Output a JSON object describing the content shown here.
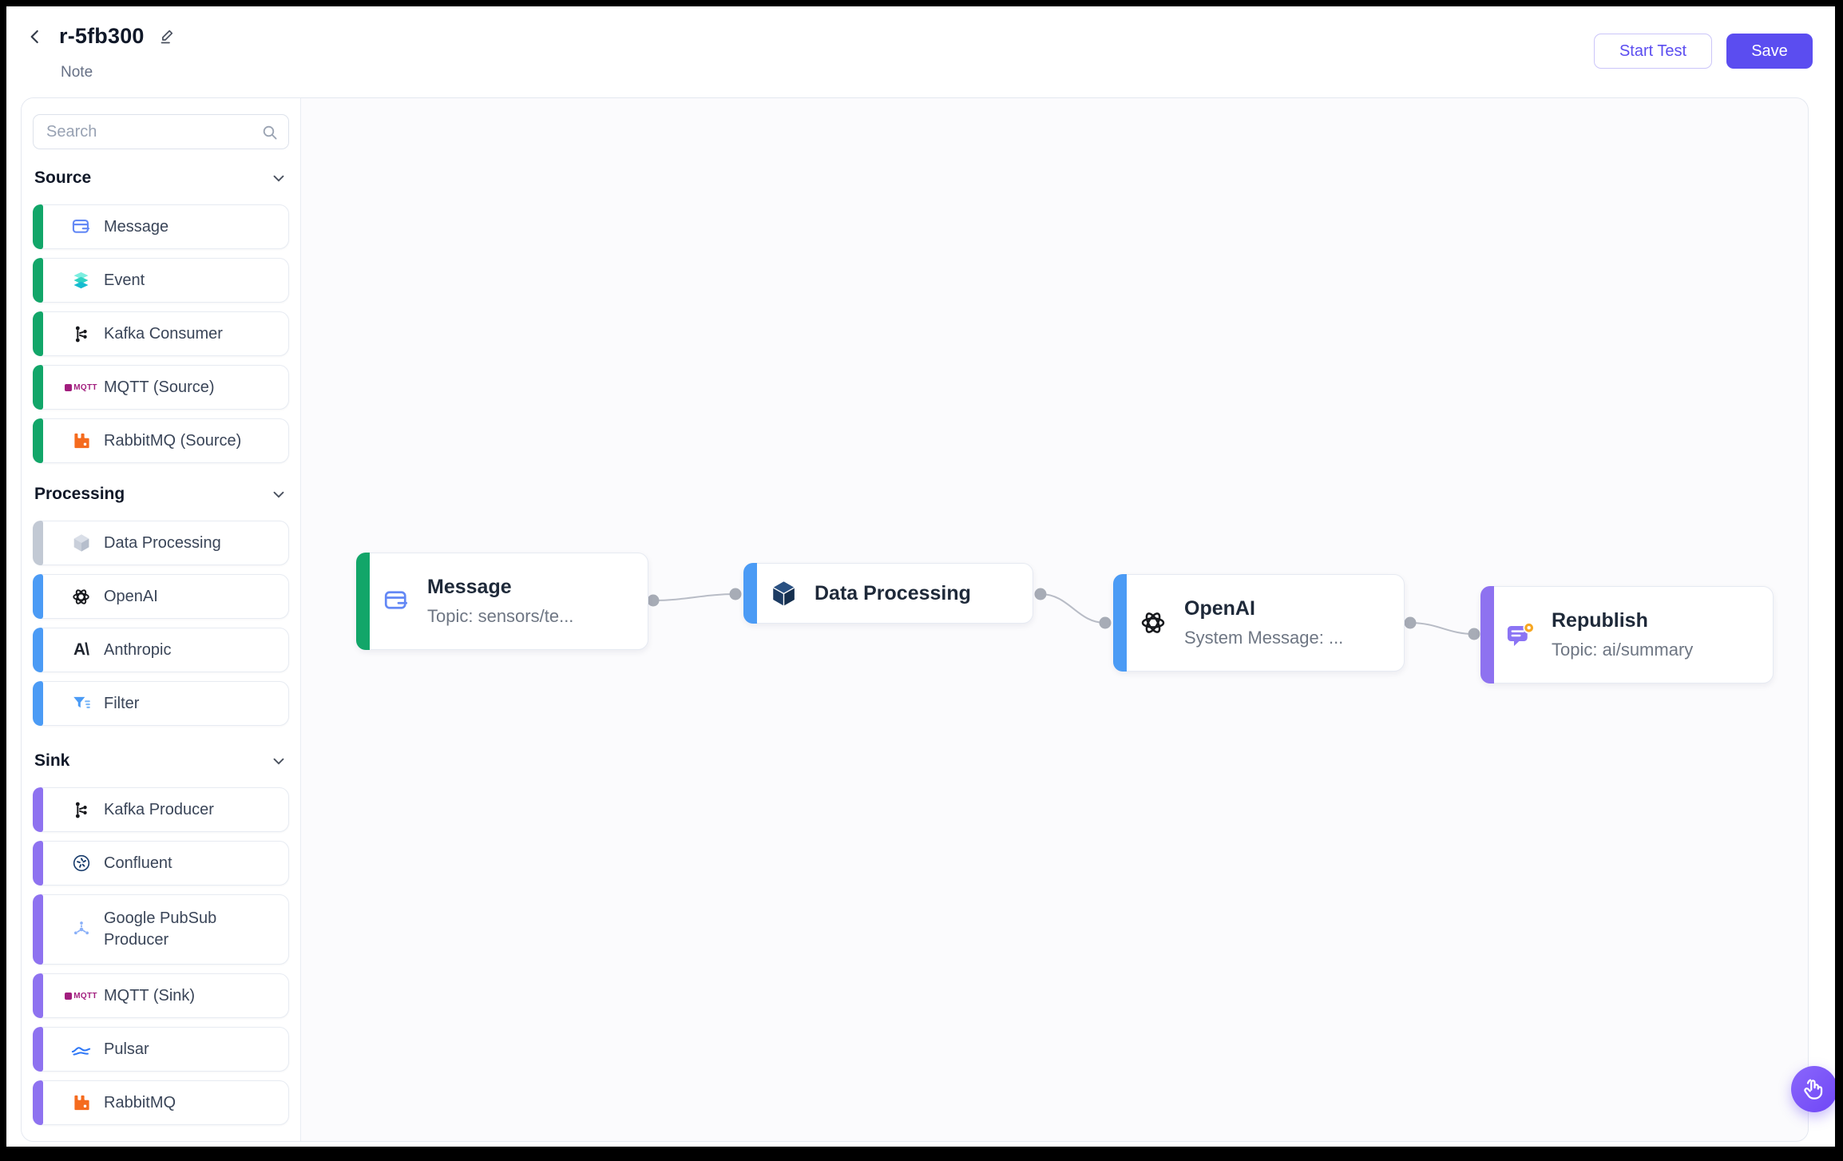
{
  "header": {
    "title": "r-5fb300",
    "note_label": "Note",
    "back_icon": "chevron-left-icon",
    "edit_icon": "pencil-icon",
    "start_test_label": "Start Test",
    "save_label": "Save"
  },
  "sidebar": {
    "search_placeholder": "Search",
    "sections": [
      {
        "label": "Source",
        "accent_color": "#12A669",
        "items": [
          {
            "label": "Message",
            "icon": "message-icon"
          },
          {
            "label": "Event",
            "icon": "layers-icon"
          },
          {
            "label": "Kafka Consumer",
            "icon": "kafka-icon"
          },
          {
            "label": "MQTT (Source)",
            "icon": "mqtt-logo-icon"
          },
          {
            "label": "RabbitMQ (Source)",
            "icon": "rabbitmq-icon"
          }
        ]
      },
      {
        "label": "Processing",
        "accent_color": "#4B9BF5",
        "items": [
          {
            "label": "Data Processing",
            "icon": "cube-icon",
            "disabled": true
          },
          {
            "label": "OpenAI",
            "icon": "openai-icon"
          },
          {
            "label": "Anthropic",
            "icon": "anthropic-icon"
          },
          {
            "label": "Filter",
            "icon": "filter-icon"
          }
        ]
      },
      {
        "label": "Sink",
        "accent_color": "#8E72F0",
        "items": [
          {
            "label": "Kafka Producer",
            "icon": "kafka-icon"
          },
          {
            "label": "Confluent",
            "icon": "confluent-icon"
          },
          {
            "label": "Google PubSub Producer",
            "icon": "pubsub-icon"
          },
          {
            "label": "MQTT (Sink)",
            "icon": "mqtt-logo-icon"
          },
          {
            "label": "Pulsar",
            "icon": "pulsar-icon"
          },
          {
            "label": "RabbitMQ",
            "icon": "rabbitmq-icon"
          }
        ]
      }
    ]
  },
  "canvas": {
    "nodes": [
      {
        "title": "Message",
        "subtitle": "Topic: sensors/te...",
        "icon": "message-icon",
        "accent": "green"
      },
      {
        "title": "Data Processing",
        "subtitle": "",
        "icon": "cube-icon",
        "accent": "blue"
      },
      {
        "title": "OpenAI",
        "subtitle": "System Message: ...",
        "icon": "openai-icon",
        "accent": "blue"
      },
      {
        "title": "Republish",
        "subtitle": "Topic: ai/summary",
        "icon": "republish-icon",
        "accent": "purple"
      }
    ],
    "connections": [
      {
        "from": "Message",
        "to": "Data Processing"
      },
      {
        "from": "Data Processing",
        "to": "OpenAI"
      },
      {
        "from": "OpenAI",
        "to": "Republish"
      }
    ]
  },
  "fab": {
    "icon": "tap-hand-icon"
  },
  "icons": {
    "mqtt_wordmark": "MQTT",
    "anthropic_glyph": "A\\"
  },
  "colors": {
    "primary_accent": "#5B4DF0",
    "source_green": "#12A669",
    "processing_blue": "#4B9BF5",
    "sink_purple": "#8E72F0",
    "disabled_gray": "#C2C9D4",
    "edge_gray": "#B8BCC6",
    "canvas_bg": "#FBFBFD",
    "title_text": "#101828",
    "subtitle_text": "#6E7683"
  }
}
